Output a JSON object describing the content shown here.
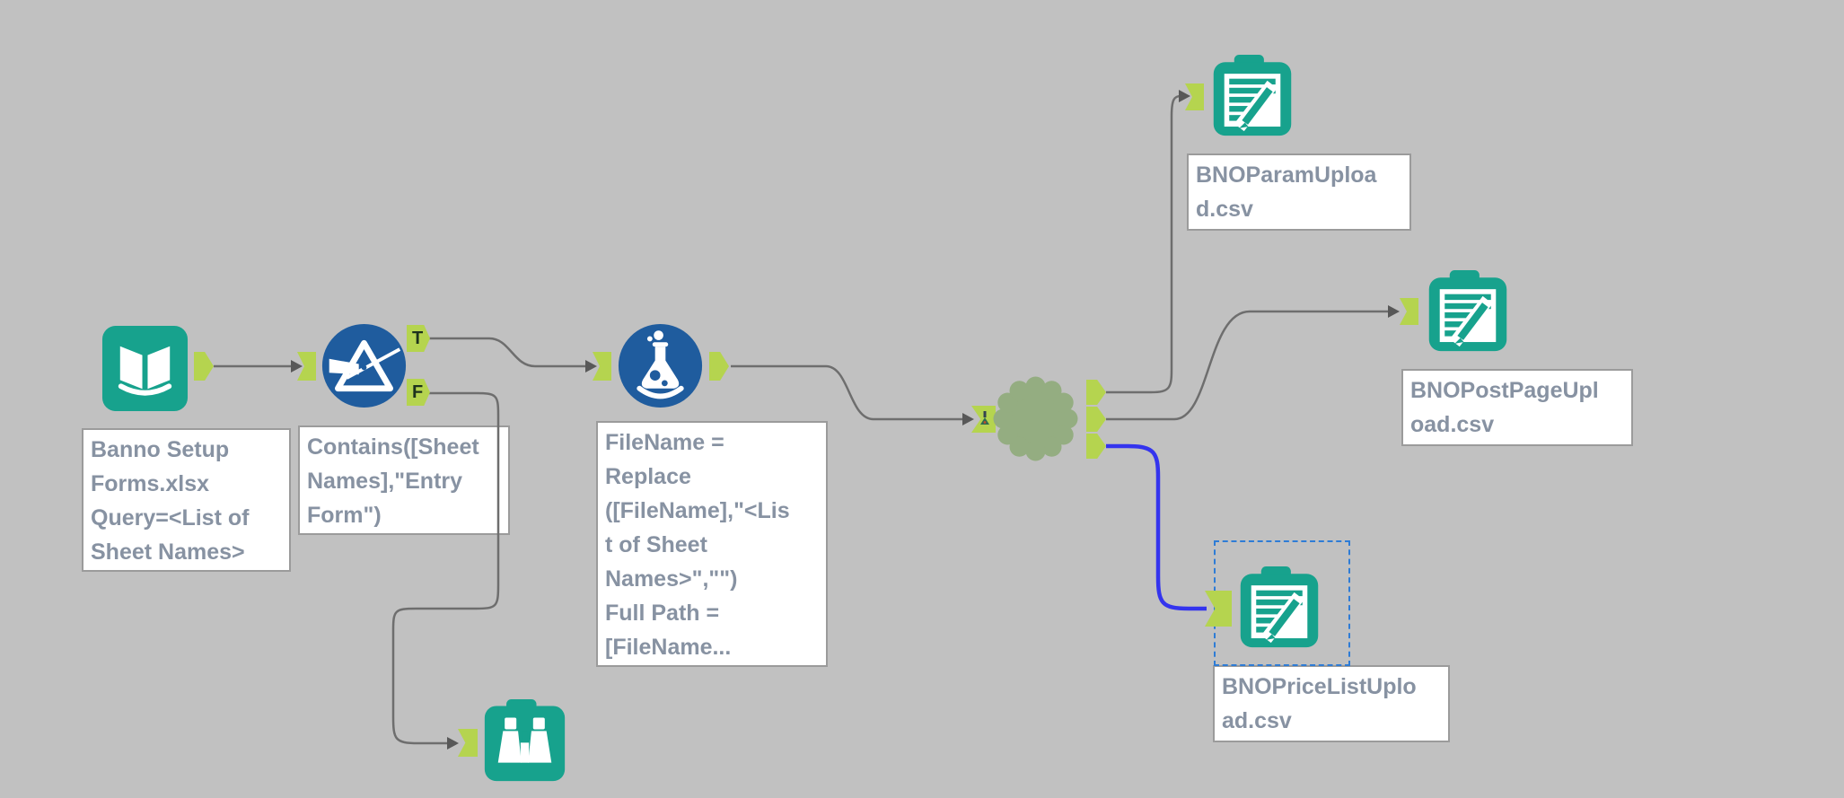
{
  "canvas": {
    "background": "#c1c1c1"
  },
  "colors": {
    "tool_teal": "#17a28d",
    "tool_blue": "#1f5c9e",
    "macro_green": "#94ad81",
    "anchor_green": "#b5d44f",
    "anchor_border": "#87a33a",
    "wire_gray": "#6e6e6e",
    "wire_selected_blue": "#3434ee",
    "annotation_text": "#8792a2",
    "annotation_border": "#9b9b9b",
    "selection_dash_blue": "#2e7cd6",
    "canvas_gray": "#c1c1c1"
  },
  "icons": {
    "input_data": "open-book-icon",
    "filter": "funnel-prism-icon",
    "formula": "flask-icon",
    "macro": "gear-flower-icon",
    "output_data": "file-write-icon",
    "browse": "binoculars-icon"
  },
  "tools": {
    "input_data": {
      "annotation": "Banno Setup\nForms.xlsx\nQuery=<List of\nSheet Names>"
    },
    "filter": {
      "annotation": "Contains([Sheet\nNames],\"Entry\nForm\")",
      "true_label": "T",
      "false_label": "F"
    },
    "formula": {
      "annotation": "FileName =\nReplace\n([FileName],\"<Lis\nt of Sheet\nNames>\",\"\")\nFull Path =\n[FileName..."
    },
    "macro": {},
    "output_param": {
      "annotation": "BNOParamUploa\nd.csv"
    },
    "output_postpage": {
      "annotation": "BNOPostPageUpl\noad.csv"
    },
    "output_pricelist": {
      "annotation": "BNOPriceListUplo\nad.csv",
      "selected": true
    },
    "browse": {}
  }
}
